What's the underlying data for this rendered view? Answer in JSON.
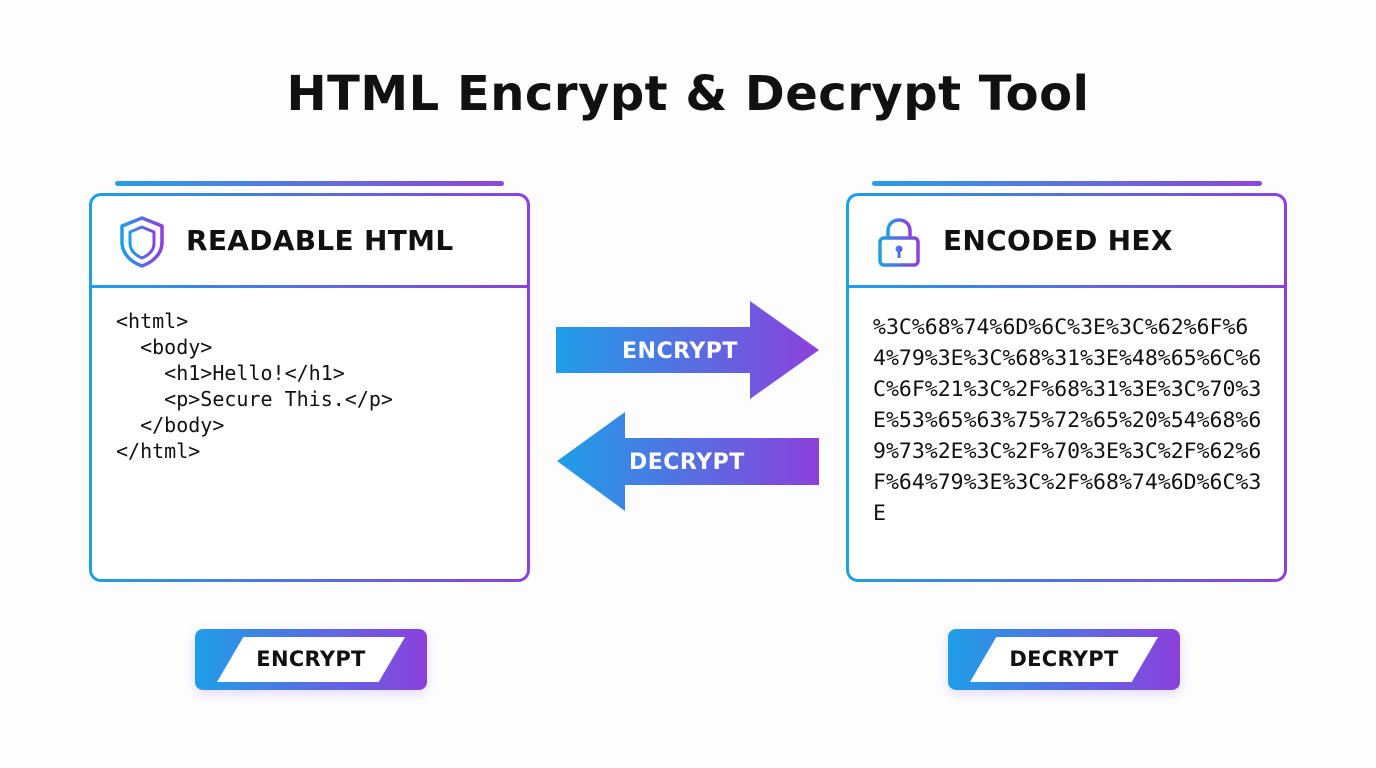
{
  "title": "HTML Encrypt & Decrypt Tool",
  "colors": {
    "accent_start": "#1f9ee8",
    "accent_end": "#8c40dc"
  },
  "left_panel": {
    "icon": "shield-icon",
    "heading": "READABLE HTML",
    "code": "<html>\n  <body>\n    <h1>Hello!</h1>\n    <p>Secure This.</p>\n  </body>\n</html>"
  },
  "right_panel": {
    "icon": "lock-icon",
    "heading": "ENCODED HEX",
    "hex": "%3C%68%74%6D%6C%3E%3C%62%6F%64%79%3E%3C%68%31%3E%48%65%6C%6C%6F%21%3C%2F%68%31%3E%3C%70%3E%53%65%63%75%72%65%20%54%68%69%73%2E%3C%2F%70%3E%3C%2F%62%6F%64%79%3E%3C%2F%68%74%6D%6C%3E"
  },
  "arrows": {
    "encrypt": "ENCRYPT",
    "decrypt": "DECRYPT"
  },
  "buttons": {
    "encrypt": "ENCRYPT",
    "decrypt": "DECRYPT"
  }
}
